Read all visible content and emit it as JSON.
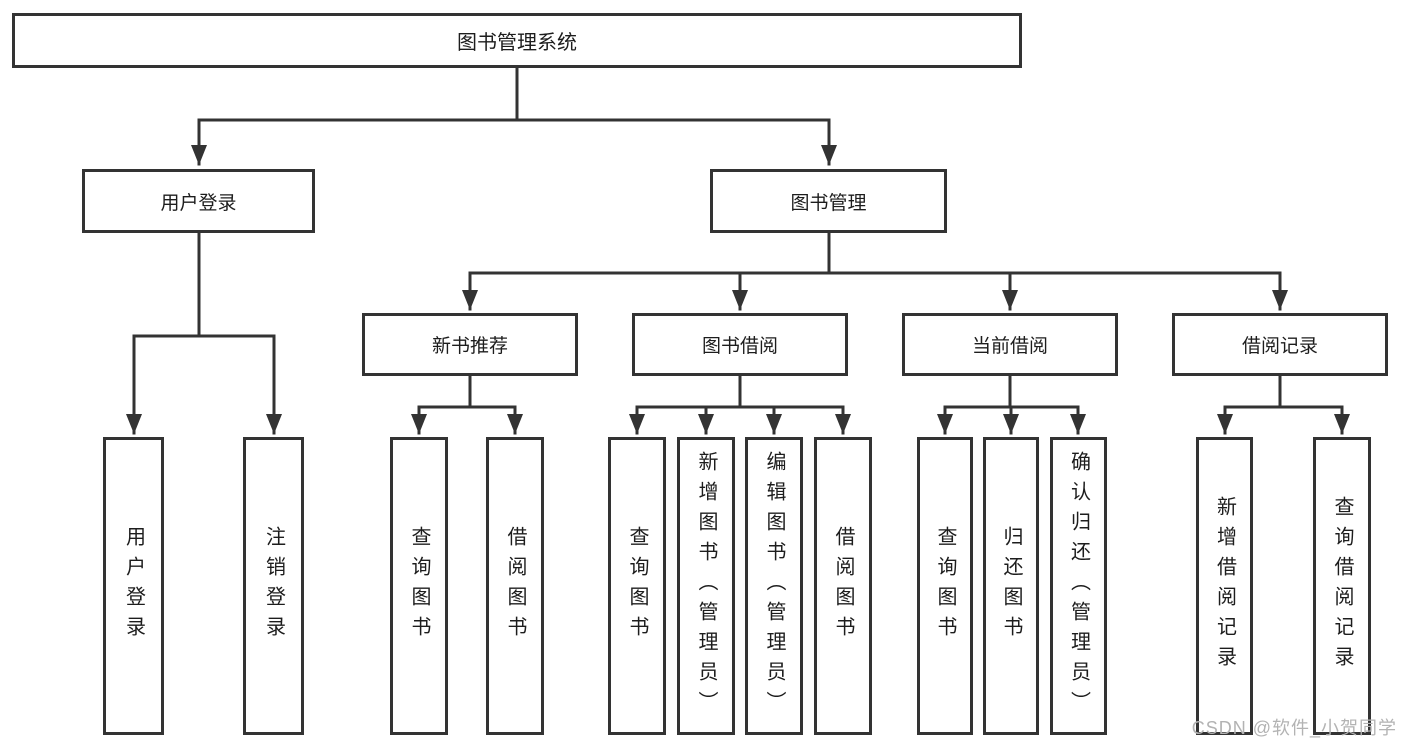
{
  "diagram": {
    "tree": {
      "label": "图书管理系统",
      "children": [
        {
          "label": "用户登录",
          "children": [
            {
              "label": "用户登录"
            },
            {
              "label": "注销登录"
            }
          ]
        },
        {
          "label": "图书管理",
          "children": [
            {
              "label": "新书推荐",
              "children": [
                {
                  "label": "查询图书"
                },
                {
                  "label": "借阅图书"
                }
              ]
            },
            {
              "label": "图书借阅",
              "children": [
                {
                  "label": "查询图书"
                },
                {
                  "label": "新增图书（管理员）"
                },
                {
                  "label": "编辑图书（管理员）"
                },
                {
                  "label": "借阅图书"
                }
              ]
            },
            {
              "label": "当前借阅",
              "children": [
                {
                  "label": "查询图书"
                },
                {
                  "label": "归还图书"
                },
                {
                  "label": "确认归还（管理员）"
                }
              ]
            },
            {
              "label": "借阅记录",
              "children": [
                {
                  "label": "新增借阅记录"
                },
                {
                  "label": "查询借阅记录"
                }
              ]
            }
          ]
        }
      ]
    },
    "colors": {
      "line": "#333333",
      "text": "#1d1d1d",
      "background": "#ffffff",
      "watermark_color": "#b3b3b3"
    },
    "watermark": "CSDN @软件_小贺同学"
  }
}
